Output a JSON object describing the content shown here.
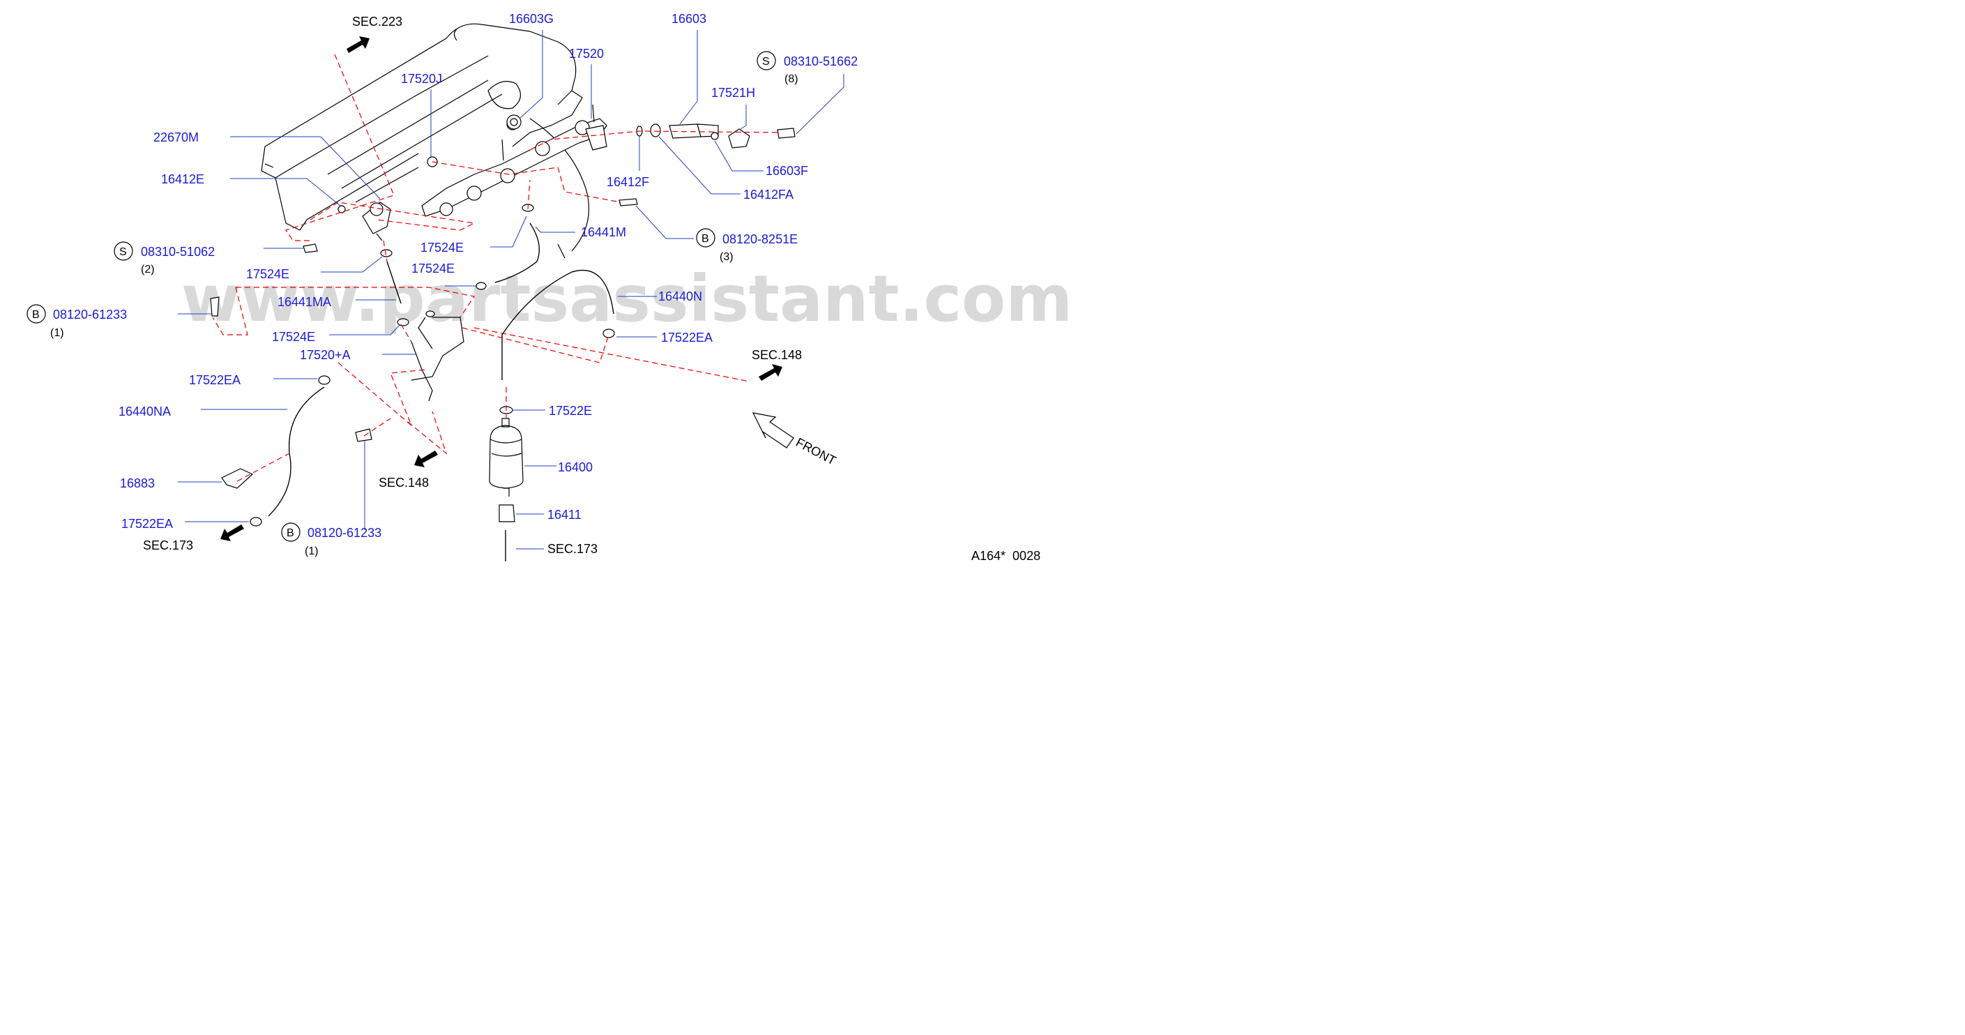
{
  "watermark": "www.partsassistant.com",
  "diagram_code": "A164*  0028",
  "front_label": "FRONT",
  "section_refs": {
    "sec223": "SEC.223",
    "sec148_right": "SEC.148",
    "sec148_bottom": "SEC.148",
    "sec173_left": "SEC.173",
    "sec173_bottom": "SEC.173"
  },
  "parts": {
    "p16603G": "16603G",
    "p16603": "16603",
    "p17520": "17520",
    "p17520J": "17520J",
    "p17521H": "17521H",
    "p22670M": "22670M",
    "p16412E": "16412E",
    "p16603F": "16603F",
    "p16412F": "16412F",
    "p16412FA": "16412FA",
    "p16441M": "16441M",
    "p17524E_a": "17524E",
    "p17524E_b": "17524E",
    "p17524E_c": "17524E",
    "p17524E_d": "17524E",
    "p16441MA": "16441MA",
    "p16440N": "16440N",
    "p17522EA_a": "17522EA",
    "p17522EA_b": "17522EA",
    "p17522EA_c": "17522EA",
    "p17520A": "17520+A",
    "p16440NA": "16440NA",
    "p17522E": "17522E",
    "p16400": "16400",
    "p16883": "16883",
    "p16411": "16411"
  },
  "fasteners": {
    "s1": {
      "prefix": "S",
      "number": "08310-51662",
      "qty": "(8)"
    },
    "s2": {
      "prefix": "S",
      "number": "08310-51062",
      "qty": "(2)"
    },
    "b1": {
      "prefix": "B",
      "number": "08120-8251E",
      "qty": "(3)"
    },
    "b2": {
      "prefix": "B",
      "number": "08120-61233",
      "qty": "(1)"
    },
    "b3": {
      "prefix": "B",
      "number": "08120-61233",
      "qty": "(1)"
    }
  }
}
